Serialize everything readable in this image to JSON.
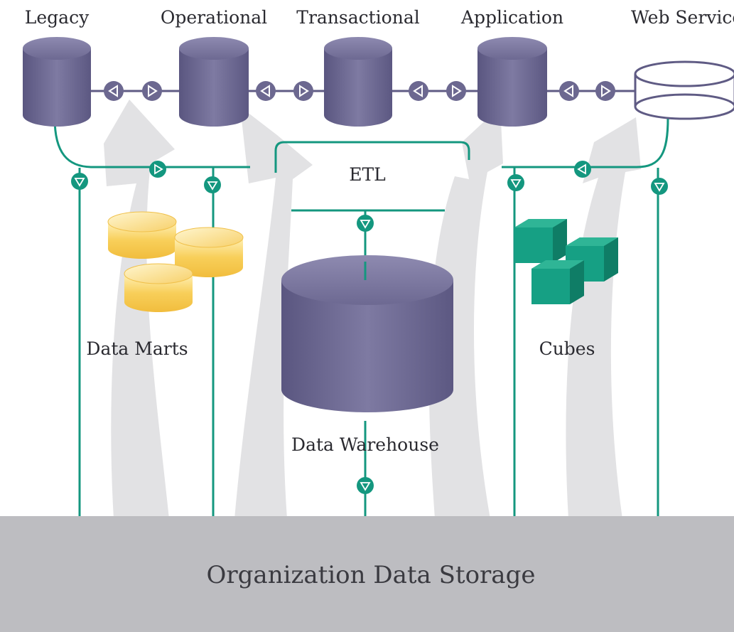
{
  "sources": [
    {
      "label": "Legacy"
    },
    {
      "label": "Operational"
    },
    {
      "label": "Transactional"
    },
    {
      "label": "Application"
    },
    {
      "label": "Web Services"
    }
  ],
  "etl": {
    "label": "ETL"
  },
  "data_marts": {
    "label": "Data Marts"
  },
  "data_warehouse": {
    "label": "Data Warehouse"
  },
  "cubes": {
    "label": "Cubes"
  },
  "storage": {
    "label": "Organization Data Storage"
  },
  "colors": {
    "cylinder": "#6c6890",
    "cylinder_top": "#7d79a0",
    "connector_teal": "#14977f",
    "arrow_gray": "#e2e2e4",
    "storage_bar": "#bdbdc1",
    "data_mart_gold": "#f6c850",
    "cube_green": "#149a7c"
  }
}
